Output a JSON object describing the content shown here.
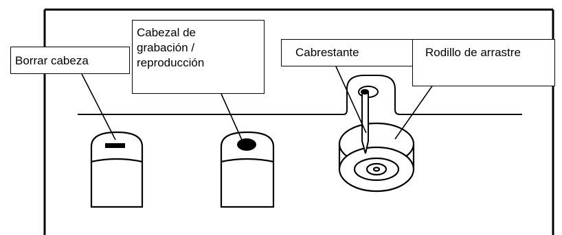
{
  "labels": {
    "erase_head": "Borrar cabeza",
    "record_head_line1": "Cabezal de",
    "record_head_line2": "grabación /",
    "record_head_line3": "reproducción",
    "capstan": "Cabrestante",
    "pinch_roller": "Rodillo de arrastre"
  },
  "colors": {
    "line": "#000000",
    "background": "#ffffff"
  }
}
